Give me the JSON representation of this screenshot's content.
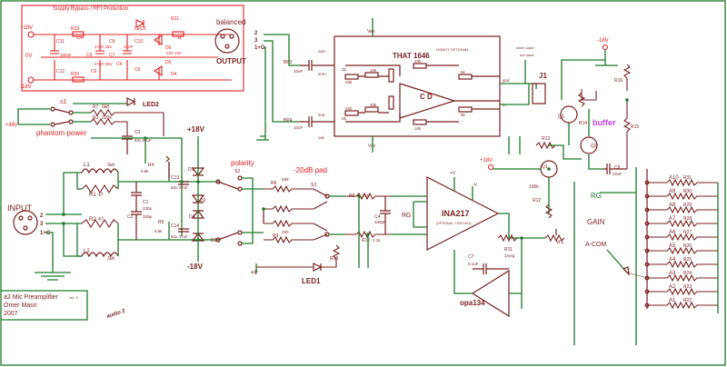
{
  "supply": {
    "title": "Supply Bypass  /  RFI Protection",
    "rail_pos": "+18V",
    "rail_neg": "-18V",
    "zero": "0V",
    "parts": [
      "C11",
      "R19",
      "LED3",
      "R21",
      "D6",
      "C12",
      "C5",
      "C6",
      "C10",
      "C9",
      "D5",
      "C7",
      "C8",
      "C4",
      "R20",
      "D4"
    ],
    "values": [
      "22R",
      "1k",
      "18V 1W",
      "100nF",
      "47uF 25V",
      "47uF 25V",
      "22nF"
    ]
  },
  "phantom": {
    "title": "phantom power",
    "supply": "+48v",
    "switch": "s1",
    "led": "LED2",
    "r7": "R7",
    "r7_val": "6k8",
    "r3": "R3",
    "r3_val": "200k",
    "c3": "C3",
    "c3_val": "63v 56uF"
  },
  "input": {
    "label": "INPUT",
    "pins": [
      "2",
      "3",
      "1+G"
    ],
    "l1": "L1",
    "l1_val": "3uh",
    "r1": "R1",
    "r1_val": "47",
    "r2": "R2",
    "r2_val": "47",
    "l2": "L2",
    "l2_val": "3uh"
  },
  "front": {
    "rails": [
      "+18V",
      "-18V"
    ],
    "caps": [
      "C1",
      "C2",
      "C13",
      "C14"
    ],
    "resistors": [
      "R4",
      "R5",
      "R6"
    ],
    "diodes": [
      "D1",
      "D2",
      "D3",
      "D4"
    ],
    "cap_vals": [
      "330p",
      "330p",
      "63v 47uF",
      "63v 47uF"
    ],
    "res_vals": [
      "6.8k",
      "6.8k"
    ]
  },
  "polarity": {
    "label": "polarity",
    "switch": "S2"
  },
  "pad": {
    "label": "-20dB pad",
    "switch": "S3",
    "resistors": [
      "R6",
      "R8",
      "R9",
      "R18"
    ],
    "values": [
      "698",
      "200"
    ],
    "led": "LED1",
    "supply": "+V"
  },
  "ina": {
    "label": "INA217",
    "sub": "(OPTIONAL: THAT1512)",
    "rg": "RG",
    "r8": "R8",
    "r8_val": "2.1k",
    "r10": "R10",
    "r10_val": "2.1k",
    "c4": "C4",
    "c4_val": "330pF",
    "vplus": "+V",
    "vminus": "-V"
  },
  "opa": {
    "label": "opa134",
    "r11": "R11",
    "r11_val": "1meg",
    "c7": "C7",
    "c7_val": "0.1uF",
    "vr1": "vr1"
  },
  "output": {
    "label": "OUTPUT",
    "conn": "balanced",
    "pins": [
      "2",
      "3",
      "1+G"
    ],
    "driver": "THAT 1646",
    "driver_opt": "LM4571 OPTIONAL",
    "bp3": "BP3",
    "bp3_val": "10uF",
    "bp4": "BP4",
    "bp4_val": "10uF",
    "vcc": "Vcc",
    "vee": "Vee",
    "pins_txt": [
      "out+",
      "sns+",
      "out-",
      "sns-",
      "in",
      "gnd"
    ],
    "res": [
      "10k",
      "10k",
      "10k",
      "10k",
      "20k",
      "20k",
      "5k",
      "5k",
      "25",
      "25"
    ]
  },
  "buffer": {
    "label": "buffer",
    "j1": "J1",
    "j1_pins": [
      "when used",
      "not used"
    ],
    "rail_neg": "-18V",
    "rail_pos": "+18V",
    "r16": "R16",
    "r14": "R14",
    "r15": "R15",
    "r13": "R13",
    "r12": "R12",
    "r12_val": "100k",
    "c8": "C8",
    "c8_val": "22uF",
    "q1": "Q1",
    "q2": "Q2",
    "q3": "Q3"
  },
  "gain": {
    "rg": "RG",
    "label": "GAIN",
    "acom": "A-COM",
    "positions": [
      "A10",
      "A9",
      "A8",
      "A7",
      "A6",
      "A5",
      "A4",
      "A3",
      "A2",
      "A1"
    ],
    "resistors": [
      "R31",
      "R30",
      "R29",
      "R28",
      "R27",
      "R26",
      "R25",
      "R24",
      "R23",
      "R22"
    ]
  },
  "credits": {
    "title": "a2 Mic Preamplifier",
    "rev": "rev. 3",
    "author": "Omer Masri",
    "year": "2007",
    "logo": "audio 2"
  }
}
